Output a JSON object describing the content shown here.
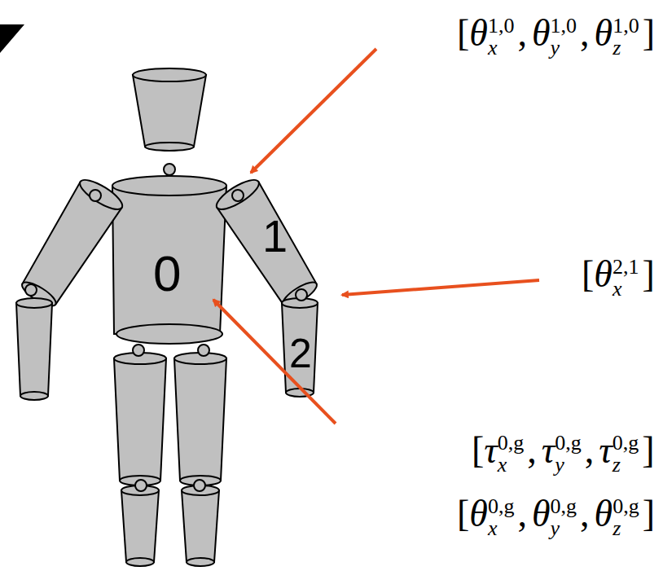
{
  "diagram": {
    "nodes": [
      {
        "text": [
          "0"
        ]
      },
      {
        "text": [
          "1"
        ]
      },
      {
        "text": [
          "2"
        ]
      }
    ],
    "labels": [
      "[",
      "θ",
      "x",
      "1,0",
      ",",
      "θ",
      "y",
      "1,0",
      ",",
      "θ",
      "z",
      "1,0",
      "]",
      "[",
      "θ",
      "x",
      "2,1",
      "]",
      "[",
      "τ",
      "x",
      "0,g",
      ",",
      "τ",
      "y",
      "0,g",
      ",",
      "τ",
      "z",
      "0,g",
      "]",
      "[",
      "θ",
      "x",
      "0,g",
      ",",
      "θ",
      "y",
      "0,g",
      ",",
      "θ",
      "z",
      "0,g",
      "]"
    ]
  }
}
